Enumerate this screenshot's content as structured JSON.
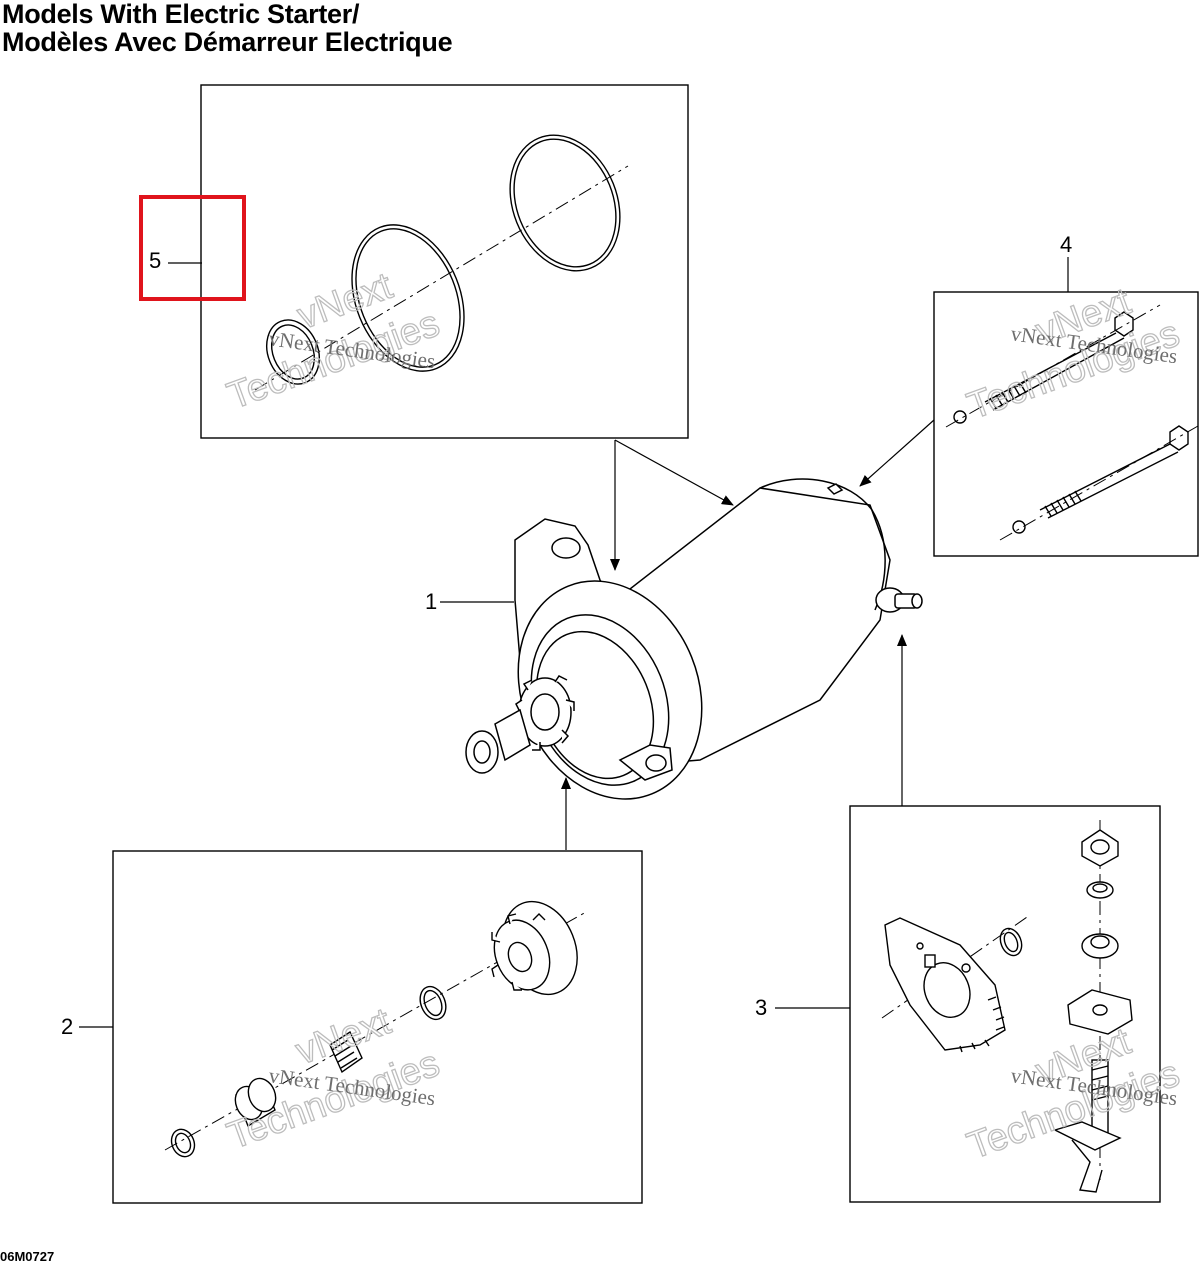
{
  "title": {
    "line1": "Models With Electric Starter/",
    "line2": "Modèles Avec Démarreur Electrique"
  },
  "figure_code": "06M0727",
  "callouts": {
    "c1": "1",
    "c2": "2",
    "c3": "3",
    "c4": "4",
    "c5": "5"
  },
  "watermark": {
    "line1": "vNext Technologies",
    "ghost_line1": "vNext",
    "ghost_line2": "Technologies"
  },
  "colors": {
    "line": "#000000",
    "highlight": "#e0141c",
    "background": "#ffffff"
  }
}
